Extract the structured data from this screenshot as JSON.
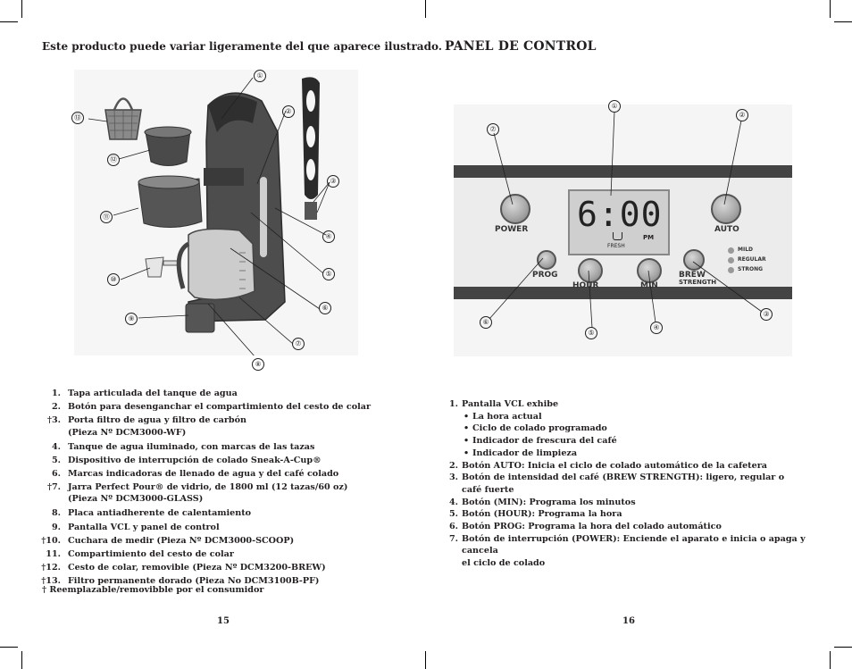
{
  "left_page": {
    "heading": "Este producto puede variar ligeramente del que aparece ilustrado.",
    "callouts": [
      "①",
      "②",
      "③",
      "④",
      "⑤",
      "⑥",
      "⑦",
      "⑧",
      "⑨",
      "⑩",
      "⑪",
      "⑫",
      "⑬"
    ],
    "parts": [
      {
        "num": "1.",
        "text": "Tapa articulada del tanque de agua",
        "sub": ""
      },
      {
        "num": "2.",
        "text": "Botón para desenganchar el compartimiento del cesto de colar",
        "sub": ""
      },
      {
        "num": "†3.",
        "text": "Porta filtro de agua  y filtro de carbón",
        "sub": "(Pieza Nº  DCM3000-WF)"
      },
      {
        "num": "4.",
        "text": "Tanque de agua iluminado, con marcas de las tazas",
        "sub": ""
      },
      {
        "num": "5.",
        "text": "Dispositivo de interrupción de colado Sneak-A-Cup®",
        "sub": ""
      },
      {
        "num": "6.",
        "text": "Marcas indicadoras de llenado de agua y del café colado",
        "sub": ""
      },
      {
        "num": "†7.",
        "text": "Jarra Perfect Pour® de vidrio, de 1800 ml (12 tazas/60 oz)",
        "sub": "(Pieza Nº DCM3000-GLASS)"
      },
      {
        "num": "8.",
        "text": "Placa antiadherente de calentamiento",
        "sub": ""
      },
      {
        "num": "9.",
        "text": "Pantalla VCL y panel de control",
        "sub": ""
      },
      {
        "num": "†10.",
        "text": "Cuchara de medir (Pieza Nº DCM3000-SCOOP)",
        "sub": ""
      },
      {
        "num": "11.",
        "text": "Compartimiento del cesto de colar",
        "sub": ""
      },
      {
        "num": "†12.",
        "text": "Cesto de colar, removible (Pieza Nº DCM3200-BREW)",
        "sub": ""
      },
      {
        "num": "†13.",
        "text": "Filtro permanente dorado (Pieza No DCM3100B-PF)",
        "sub": ""
      }
    ],
    "footnote": "† Reemplazable/removibble por el consumidor",
    "page_number": "15"
  },
  "right_page": {
    "heading": "PANEL DE CONTROL",
    "display": {
      "time": "6:00",
      "pm": "PM",
      "fresh": "FRESH"
    },
    "buttons": {
      "power": "POWER",
      "auto": "AUTO",
      "prog": "PROG",
      "hour": "HOUR",
      "min": "MIN",
      "brew": "BREW",
      "strength": "STRENGTH"
    },
    "strength_levels": [
      "MILD",
      "REGULAR",
      "STRONG"
    ],
    "callouts": [
      "①",
      "②",
      "③",
      "④",
      "⑤",
      "⑥",
      "⑦"
    ],
    "list": [
      {
        "num": "1.",
        "text": "Pantalla VCL exhibe"
      },
      {
        "num": "2.",
        "text": "Botón AUTO: Inicia el ciclo de colado automático de la cafetera"
      },
      {
        "num": "3.",
        "text": "Botón de intensidad del café (BREW STRENGTH): ligero, regular o café fuerte"
      },
      {
        "num": "4.",
        "text": "Botón (MIN): Programa los minutos"
      },
      {
        "num": "5.",
        "text": "Botón (HOUR): Programa la hora"
      },
      {
        "num": "6.",
        "text": "Botón PROG: Programa la hora del colado automático"
      },
      {
        "num": "7.",
        "text": "Botón de interrupción (POWER): Enciende el aparato e inicia o apaga y cancela",
        "cont": "el ciclo de colado"
      }
    ],
    "display_bullets": [
      "La hora actual",
      "Ciclo de colado programado",
      "Indicador de frescura del café",
      "Indicador de limpieza"
    ],
    "page_number": "16"
  }
}
